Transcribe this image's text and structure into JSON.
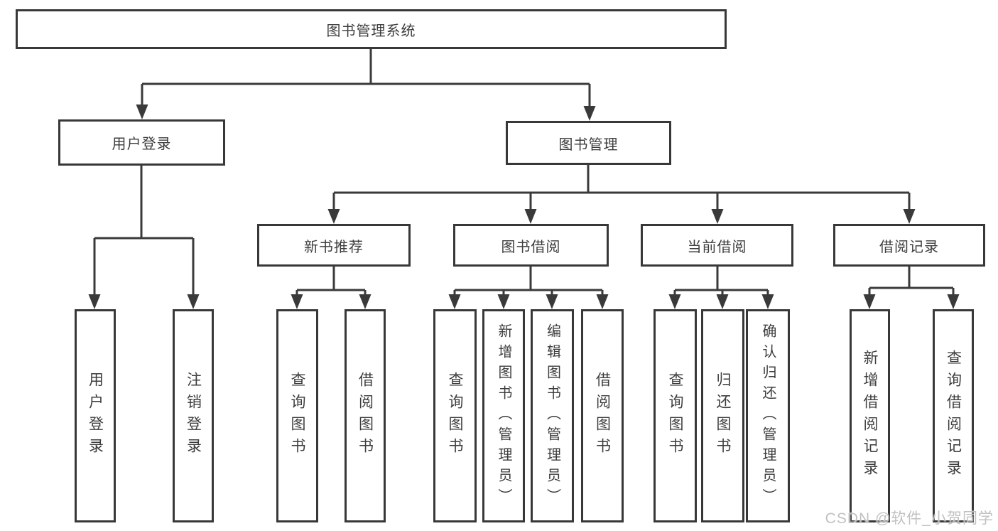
{
  "diagram_title": "图书管理系统",
  "tree": {
    "label": "图书管理系统",
    "children": [
      {
        "label": "用户登录",
        "children": [
          {
            "label": "用户登录"
          },
          {
            "label": "注销登录"
          }
        ]
      },
      {
        "label": "图书管理",
        "children": [
          {
            "label": "新书推荐",
            "children": [
              {
                "label": "查询图书"
              },
              {
                "label": "借阅图书"
              }
            ]
          },
          {
            "label": "图书借阅",
            "children": [
              {
                "label": "查询图书"
              },
              {
                "label": "新增图书（管理员）"
              },
              {
                "label": "编辑图书（管理员）"
              },
              {
                "label": "借阅图书"
              }
            ]
          },
          {
            "label": "当前借阅",
            "children": [
              {
                "label": "查询图书"
              },
              {
                "label": "归还图书"
              },
              {
                "label": "确认归还（管理员）"
              }
            ]
          },
          {
            "label": "借阅记录",
            "children": [
              {
                "label": "新增借阅记录"
              },
              {
                "label": "查询借阅记录"
              }
            ]
          }
        ]
      }
    ]
  },
  "watermark": {
    "text": "CSDN @软件_小贺同学"
  },
  "colors": {
    "line": "#3a3a3a",
    "border": "#383838",
    "text": "#3d3d3d",
    "background": "#ffffff",
    "watermark": "#bebebe"
  }
}
